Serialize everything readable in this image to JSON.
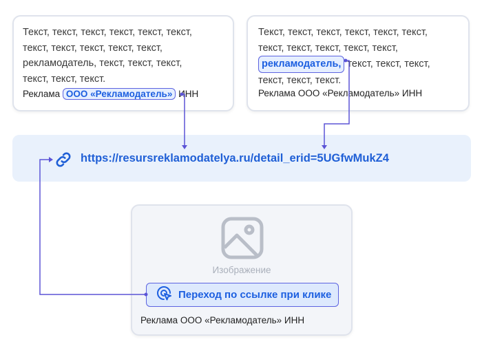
{
  "card1": {
    "lines": [
      "Текст, текст, текст, текст, текст, текст,",
      "текст, текст, текст, текст, текст,",
      "рекламодатель, текст, текст, текст,",
      "текст, текст, текст."
    ],
    "footer_prefix": "Реклама",
    "footer_highlight": "ООО «Рекламодатель»",
    "footer_suffix": "ИНН"
  },
  "card2": {
    "line1": "Текст, текст, текст, текст, текст, текст,",
    "line2": "текст, текст, текст, текст, текст,",
    "highlight": "рекламодатель,",
    "line3_rest": "текст, текст, текст,",
    "line4": "текст, текст, текст.",
    "footer": "Реклама ООО «Рекламодатель» ИНН"
  },
  "link": {
    "icon": "link-icon",
    "url": "https://resursreklamodatelya.ru/detail_erid=5UGfwMukZ4"
  },
  "card3": {
    "image_icon": "image-icon",
    "image_caption": "Изображение",
    "button_icon": "click-cursor-icon",
    "button_label": "Переход по ссылке при клике",
    "footer": "Реклама ООО «Рекламодатель» ИНН"
  },
  "colors": {
    "accent": "#1f5fd6",
    "connector": "#5b54d6",
    "link_bg": "#e9f1fc"
  }
}
